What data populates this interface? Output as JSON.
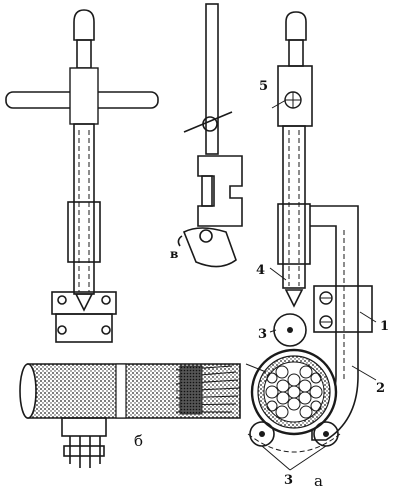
{
  "labels": {
    "part_1": "1",
    "part_2": "2",
    "part_3_upper": "3",
    "part_3_lower": "3",
    "part_4": "4",
    "part_5": "5",
    "view_a": "а",
    "view_b": "б",
    "view_v": "в"
  }
}
